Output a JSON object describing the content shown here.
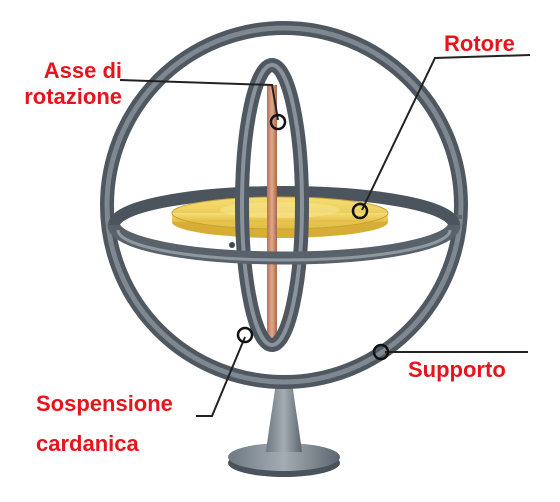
{
  "labels": {
    "asse_line1": "Asse di",
    "asse_line2": "rotazione",
    "rotore": "Rotore",
    "supporto": "Supporto",
    "sospensione_line1": "Sospensione",
    "sospensione_line2": "cardanica"
  },
  "colors": {
    "label_text": "#e8141c",
    "frame": "#5d6770",
    "frame_dark": "#3f4850",
    "frame_light": "#8c959d",
    "rotor": "#f1d25a",
    "rotor_edge": "#d9b33a",
    "axle": "#c98a6a",
    "leader": "#222222"
  }
}
